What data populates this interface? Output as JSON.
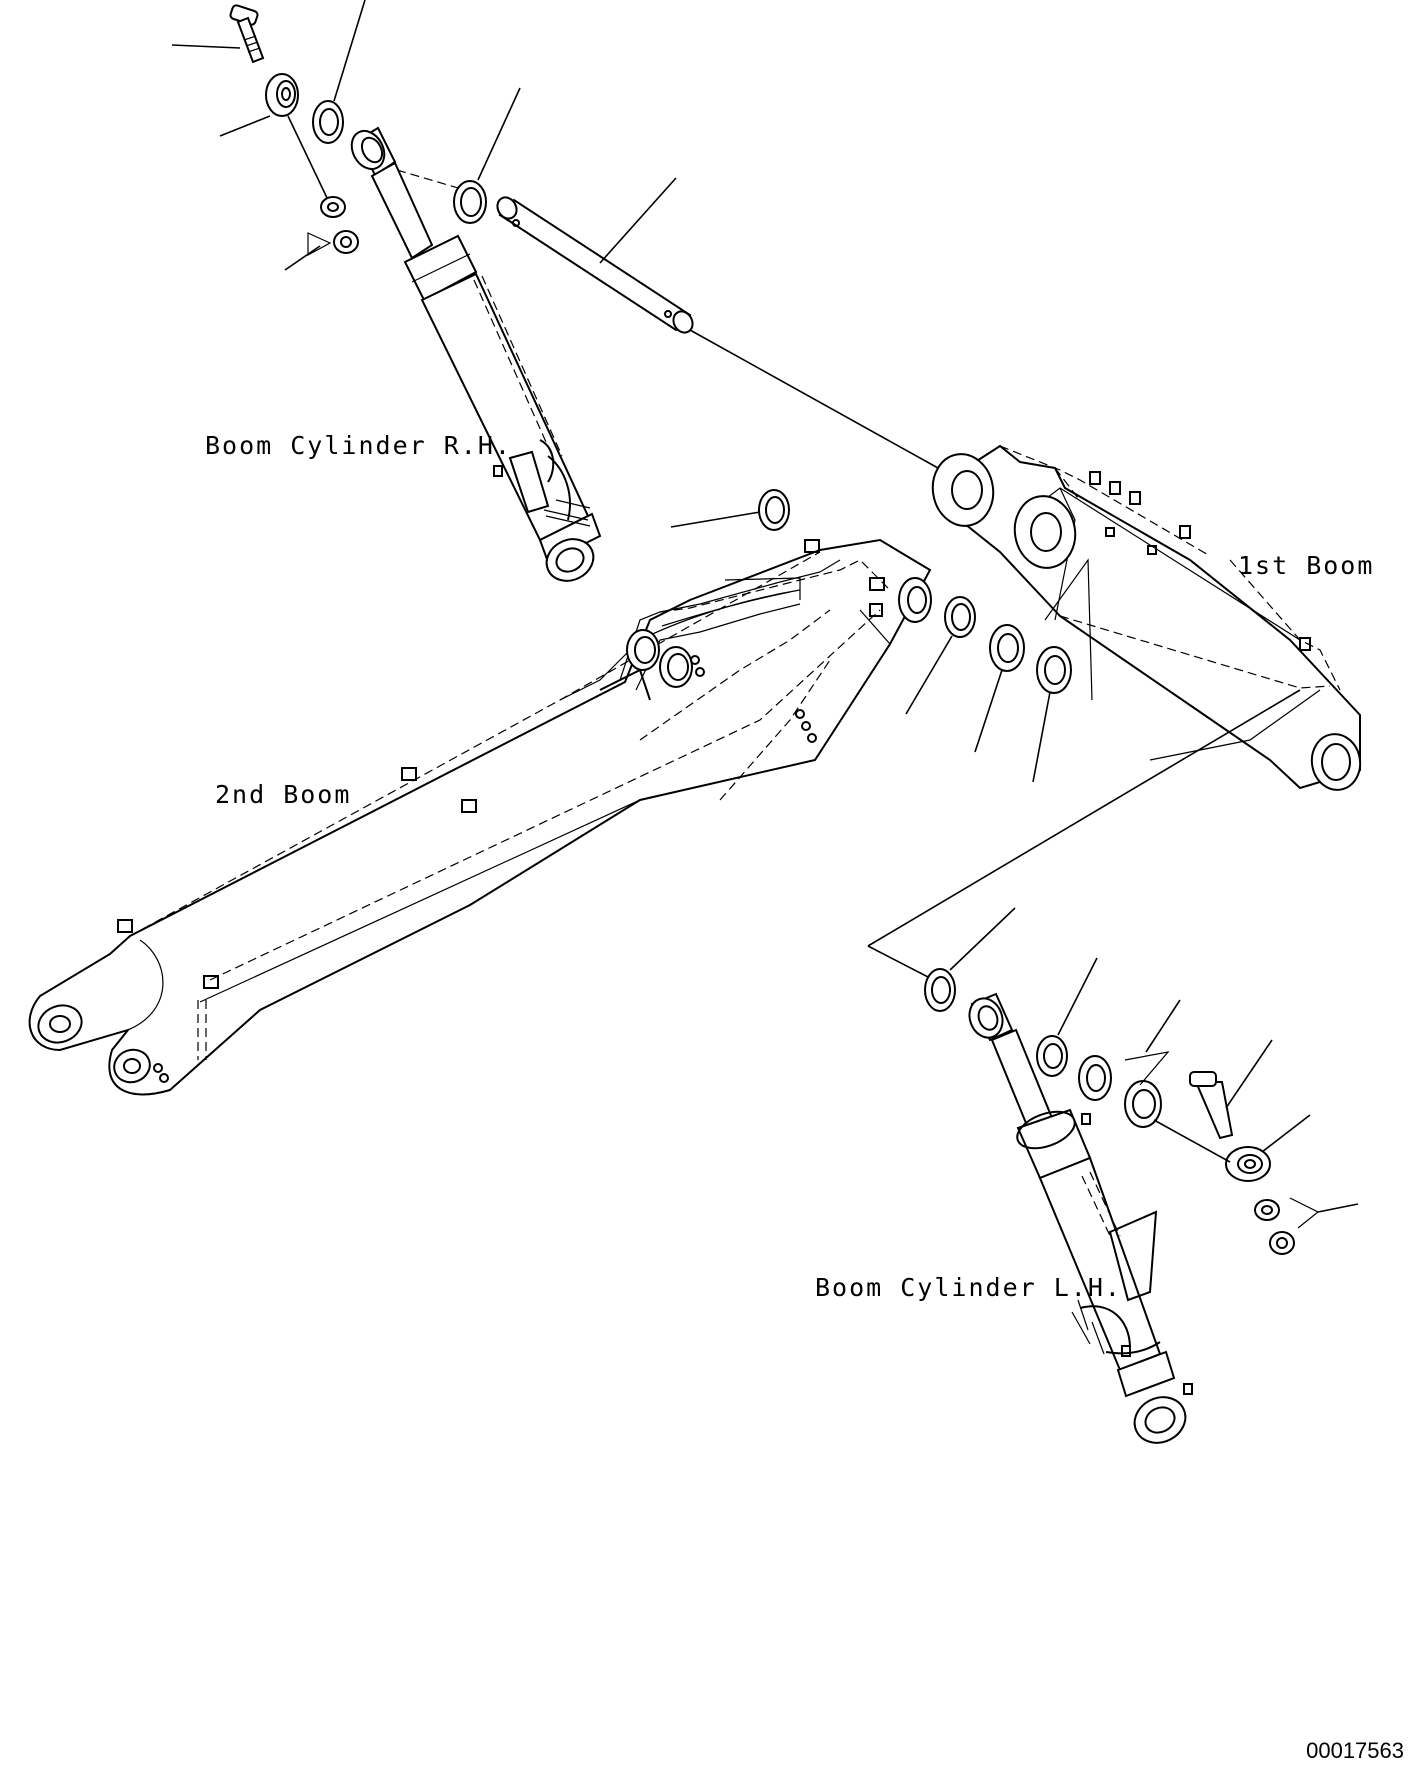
{
  "labels": {
    "boom_cylinder_rh": "Boom Cylinder R.H.",
    "boom_cylinder_lh": "Boom Cylinder L.H.",
    "first_boom": "1st Boom",
    "second_boom": "2nd Boom"
  },
  "drawing_number": "00017563"
}
